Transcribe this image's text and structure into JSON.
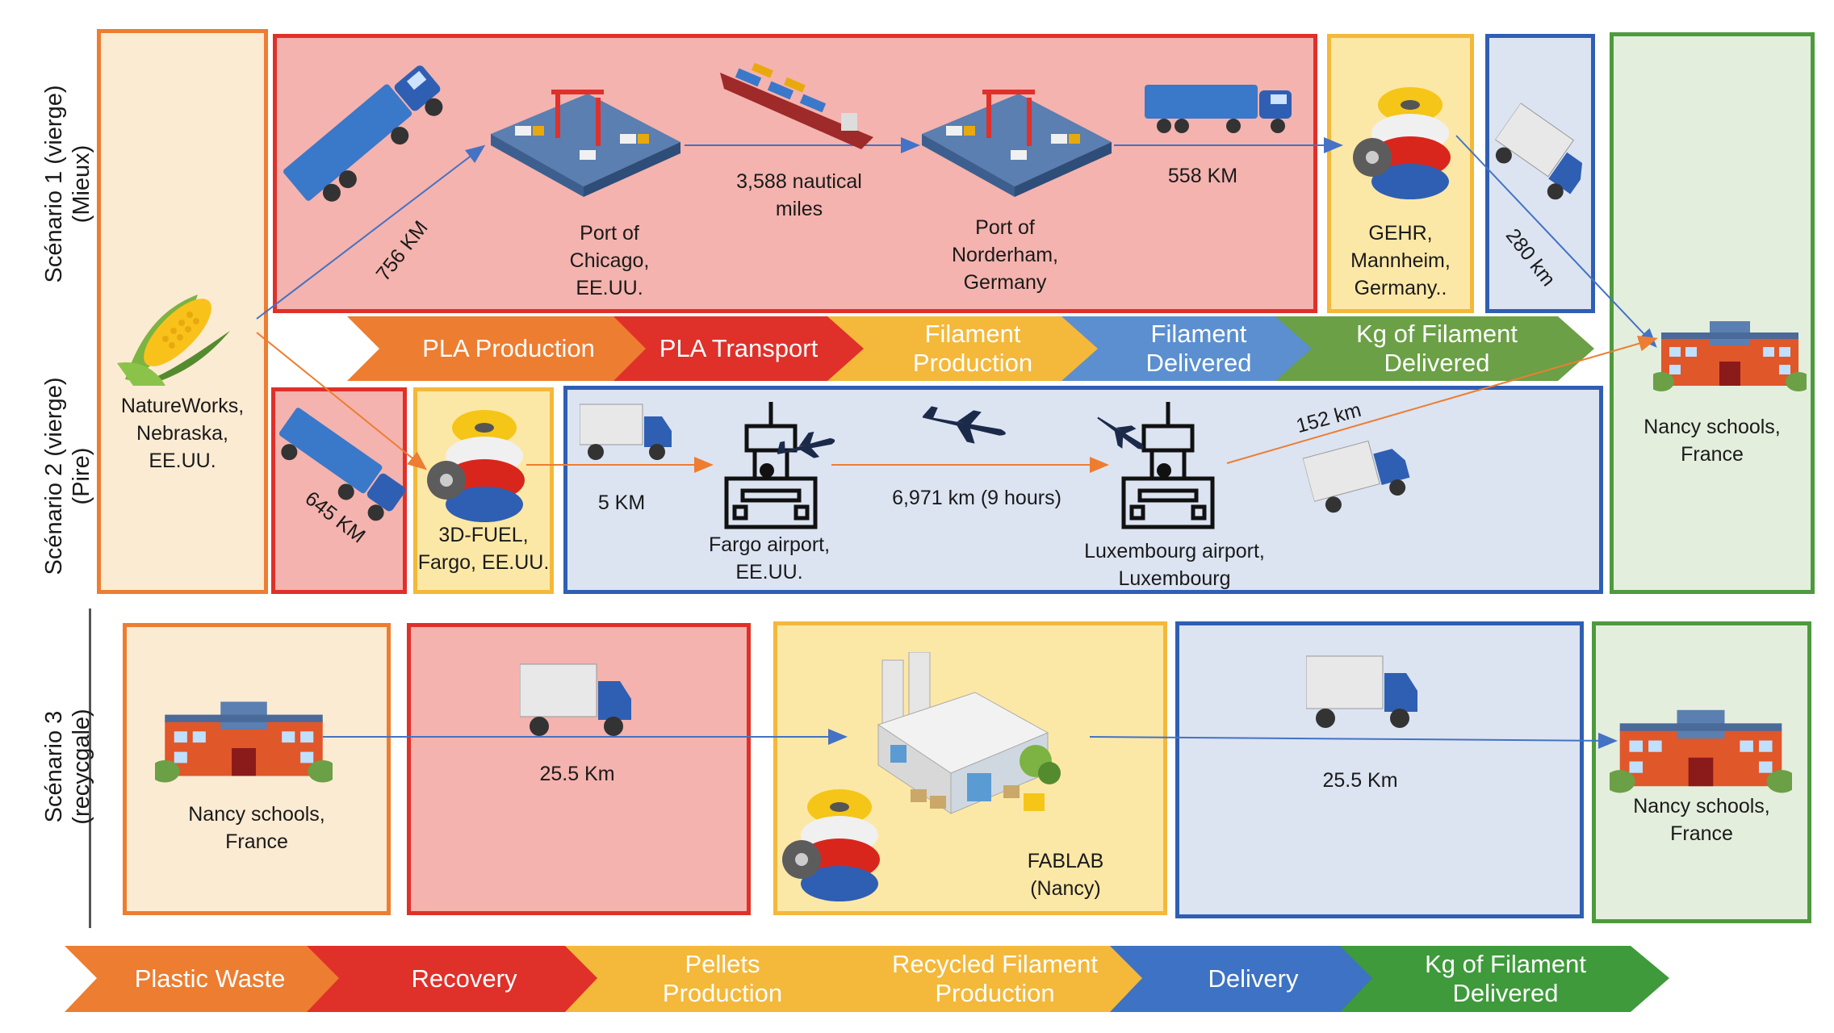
{
  "scenarios": {
    "s1": "Scénario 1 (vierge)\n(Mieux)",
    "s2": "Scénario 2 (vierge)\n(Pire)",
    "s3": "Scénario 3 (recycgale)"
  },
  "places": {
    "natureworks": "NatureWorks,\nNebraska,\nEE.UU.",
    "port_chicago": "Port of\nChicago,\nEE.UU.",
    "port_norderham": "Port of\nNorderham,\nGermany",
    "gehr": "GEHR,\nMannheim,\nGermany..",
    "nancy_top": "Nancy schools,\nFrance",
    "fuel": "3D-FUEL,\nFargo, EE.UU.",
    "fargo": "Fargo airport,\nEE.UU.",
    "luxembourg": "Luxembourg airport,\nLuxembourg",
    "nancy_s3_left": "Nancy schools,\nFrance",
    "fablab": "FABLAB\n(Nancy)",
    "nancy_s3_right": "Nancy schools,\nFrance"
  },
  "distances": {
    "d756": "756 KM",
    "d3588": "3,588 nautical\nmiles",
    "d558": "558  KM",
    "d280": "280 km",
    "d645": "645 KM",
    "d5": "5 KM",
    "d6971": "6,971 km (9 hours)",
    "d152": "152 km",
    "d25a": "25.5 Km",
    "d25b": "25.5 Km"
  },
  "stages_top": [
    {
      "label": "PLA Production",
      "color": "#ED7D31"
    },
    {
      "label": "PLA Transport",
      "color": "#E0302A"
    },
    {
      "label": "Filament\nProduction",
      "color": "#F4B83A"
    },
    {
      "label": "Filament\nDelivered",
      "color": "#5B8FD0"
    },
    {
      "label": "Kg of Filament\nDelivered",
      "color": "#6BA046"
    }
  ],
  "stages_bottom": [
    {
      "label": "Plastic Waste",
      "color": "#ED7D31"
    },
    {
      "label": "Recovery",
      "color": "#E0302A"
    },
    {
      "label": "Pellets\nProduction",
      "color": "#F4B83A"
    },
    {
      "label": "Recycled Filament\nProduction",
      "color": "#F4B83A"
    },
    {
      "label": "Delivery",
      "color": "#3D72C4"
    },
    {
      "label": "Kg of Filament\nDelivered",
      "color": "#3E9A3A"
    }
  ],
  "icons": [
    "corn-icon",
    "truck-icon",
    "port-icon",
    "ship-icon",
    "spool-icon",
    "airport-icon",
    "airplane-icon",
    "school-icon",
    "factory-icon"
  ],
  "colors": {
    "orange": "#ED7D31",
    "red": "#E0302A",
    "yellow": "#F4B83A",
    "blue": "#2F5FB3",
    "green": "#4E9A3E",
    "fill_orange": "#FCEBD3",
    "fill_red": "#F4B3AE",
    "fill_yellow": "#FCE8A6",
    "fill_blue": "#DCE4F2",
    "fill_green": "#E4EEDD"
  }
}
